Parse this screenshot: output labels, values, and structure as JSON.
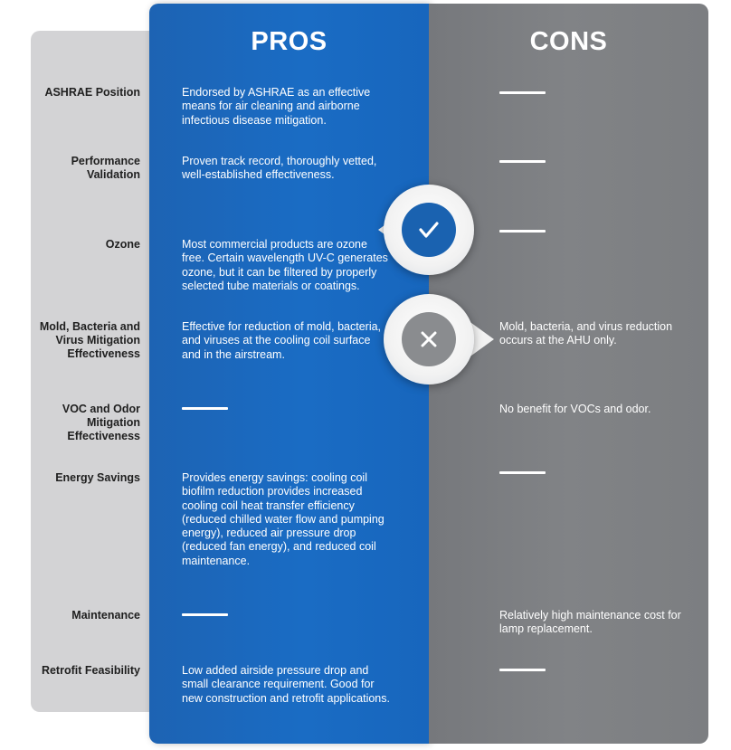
{
  "headers": {
    "pros": "PROS",
    "cons": "CONS"
  },
  "rows": [
    {
      "label": "ASHRAE Position",
      "pros": "Endorsed by ASHRAE as an effective means for air cleaning and airborne infectious disease mitigation.",
      "cons": ""
    },
    {
      "label": "Performance Validation",
      "pros": "Proven track record, thoroughly vetted, well-established effectiveness.",
      "cons": ""
    },
    {
      "label": "Ozone",
      "pros": "Most commercial products are ozone free. Certain wavelength UV-C generates ozone, but it can be filtered by properly selected tube materials or coatings.",
      "cons": ""
    },
    {
      "label": "Mold, Bacteria and Virus Mitigation Effectiveness",
      "pros": "Effective for reduction of mold, bacteria, and viruses at the cooling coil surface and in the airstream.",
      "cons": "Mold, bacteria, and virus reduction occurs at the AHU only."
    },
    {
      "label": "VOC and Odor Mitigation Effectiveness",
      "pros": "",
      "cons": "No benefit for VOCs and odor."
    },
    {
      "label": "Energy Savings",
      "pros": "Provides energy savings: cooling coil biofilm reduction provides increased cooling coil heat transfer efficiency (reduced chilled water flow and pumping energy), reduced air pressure drop (reduced fan energy), and reduced coil maintenance.",
      "cons": ""
    },
    {
      "label": "Maintenance",
      "pros": "",
      "cons": "Relatively high maintenance cost for lamp replacement."
    },
    {
      "label": "Retrofit Feasibility",
      "pros": "Low added airside pressure drop and small clearance requirement. Good for new construction and retrofit applications.",
      "cons": ""
    }
  ],
  "icons": {
    "pros": "checkmark-icon",
    "cons": "x-mark-icon"
  },
  "colors": {
    "pros_panel": "#1a6cc4",
    "cons_panel": "#7f8184",
    "label_panel": "#d3d3d5",
    "badge_check": "#1a62b0",
    "badge_x": "#8a8c8f"
  }
}
